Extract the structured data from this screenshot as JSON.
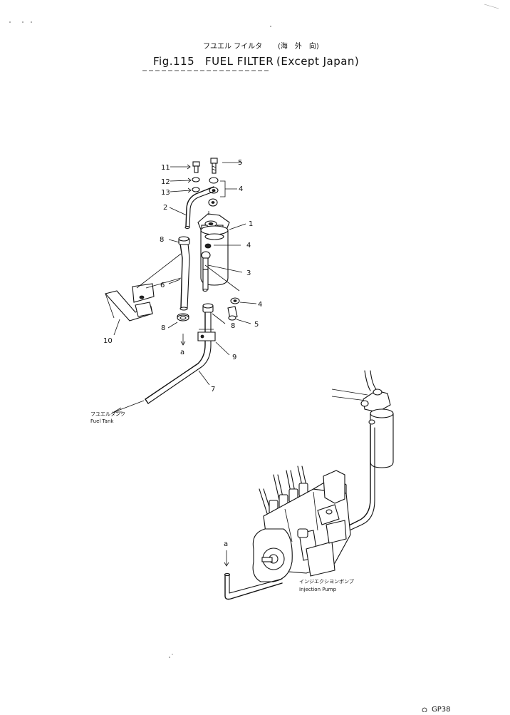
{
  "title": {
    "jp_label": "フユエル フイルタ",
    "jp_region": "(海　外　向)",
    "figure": "Fig.115",
    "name": "FUEL FILTER",
    "region": "(Except Japan)"
  },
  "callouts": {
    "p11": "11",
    "p5a": "5",
    "p12": "12",
    "p13": "13",
    "p4a": "4",
    "p2": "2",
    "p1": "1",
    "p8a": "8",
    "p4b": "4",
    "p3": "3",
    "p6": "6",
    "p4c": "4",
    "p8b": "8",
    "p5b": "5",
    "p8c": "8",
    "p10": "10",
    "p9": "9",
    "p7": "7",
    "conn_a1": "a",
    "conn_a2": "a"
  },
  "external_labels": {
    "tank_jp": "フユエルタンク",
    "tank_en": "Fuel Tank",
    "pump_jp": "インジエクシヨンポンプ",
    "pump_en": "Injection Pump"
  },
  "page_code": "GP38"
}
